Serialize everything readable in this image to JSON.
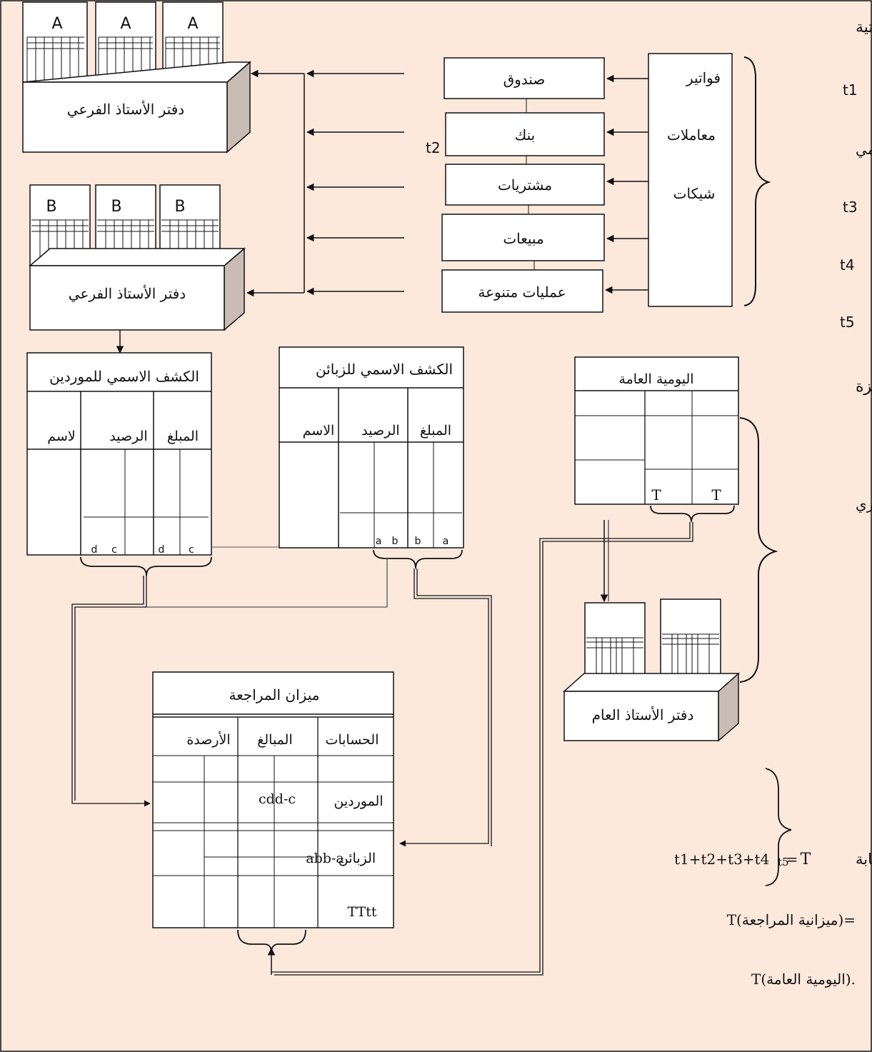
{
  "right_labels": {
    "evidence": "الأدلة الإثباتية",
    "t1": "t1",
    "daily_work": "العمل اليومي",
    "t3": "t3",
    "t4": "t4",
    "t5": "t5",
    "centralized": "المركزة",
    "monthly_work": "العمل الشهري"
  },
  "sources": {
    "items": [
      "فواتير",
      "معاملات",
      "شيكات"
    ]
  },
  "journals": {
    "items": [
      "صندوق",
      "بنك",
      "مشتريات",
      "مبيعات",
      "عمليات متنوعة"
    ],
    "t2": "t2"
  },
  "sub_ledgers": {
    "a": {
      "label": "دفتر الأستاذ الفرعي",
      "tab": "A"
    },
    "b": {
      "label": "دفتر الأستاذ الفرعي",
      "tab": "B"
    }
  },
  "suppliers_statement": {
    "title": "الكشف الاسمي للموردين",
    "col_amount": "المبلغ",
    "col_balance": "الرصيد",
    "col_name": "لاسم",
    "cells": [
      "d",
      "c",
      "d",
      "c"
    ]
  },
  "customers_statement": {
    "title": "الكشف الاسمي للزبائن",
    "col_amount": "المبلغ",
    "col_balance": "الرصيد",
    "col_name": "الاسم",
    "cells": [
      "a",
      "b",
      "b",
      "a"
    ]
  },
  "general_journal": {
    "title": "اليومية العامة",
    "t_left": "T",
    "t_right": "T"
  },
  "general_ledger": {
    "label": "دفتر الأستاذ العام"
  },
  "trial_balance": {
    "title": "ميزان المراجعة",
    "col_accounts": "الحسابات",
    "col_amounts": "المبالغ",
    "col_balances": "الأرصدة",
    "row_suppliers": "الموردين",
    "row_suppliers_value": "cdd-c",
    "row_customers": "الزبائن",
    "row_customers_value": "abb-a",
    "row_total": "TTtt"
  },
  "control": {
    "label": "الرقابة",
    "formula_t": "T",
    "formula_eq": "=",
    "formula_sum": "t1+t2+t3+t4",
    "formula_t5": "t5",
    "eq1": "T(ميزانية المراجعة)=",
    "eq2": "T(اليومية العامة)."
  },
  "colors": {
    "background": "#fde9dc",
    "stroke": "#111111",
    "box_side": "#c9bcb4"
  }
}
